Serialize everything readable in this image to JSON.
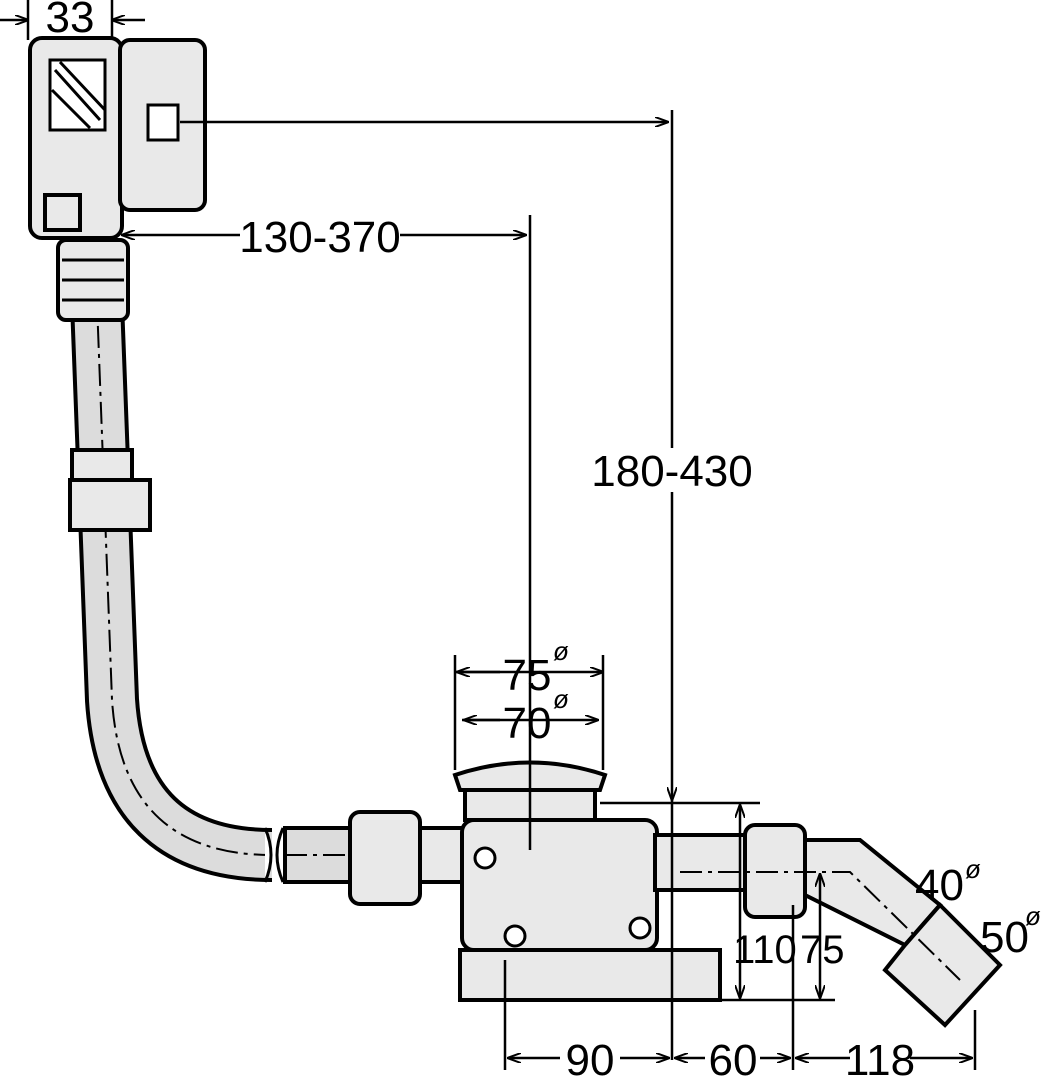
{
  "drawing": {
    "dimensions": {
      "overflow_depth": "33",
      "tub_wall_range": "130-370",
      "height_range": "180-430",
      "cap_outer": "75",
      "cap_inner": "70",
      "outlet_small": "40",
      "outlet_large": "50",
      "trap_height": "110",
      "outlet_height": "75",
      "trap_offset": "90",
      "outlet_offset": "60",
      "outlet_length": "118"
    },
    "diameter_symbol": "ø"
  }
}
